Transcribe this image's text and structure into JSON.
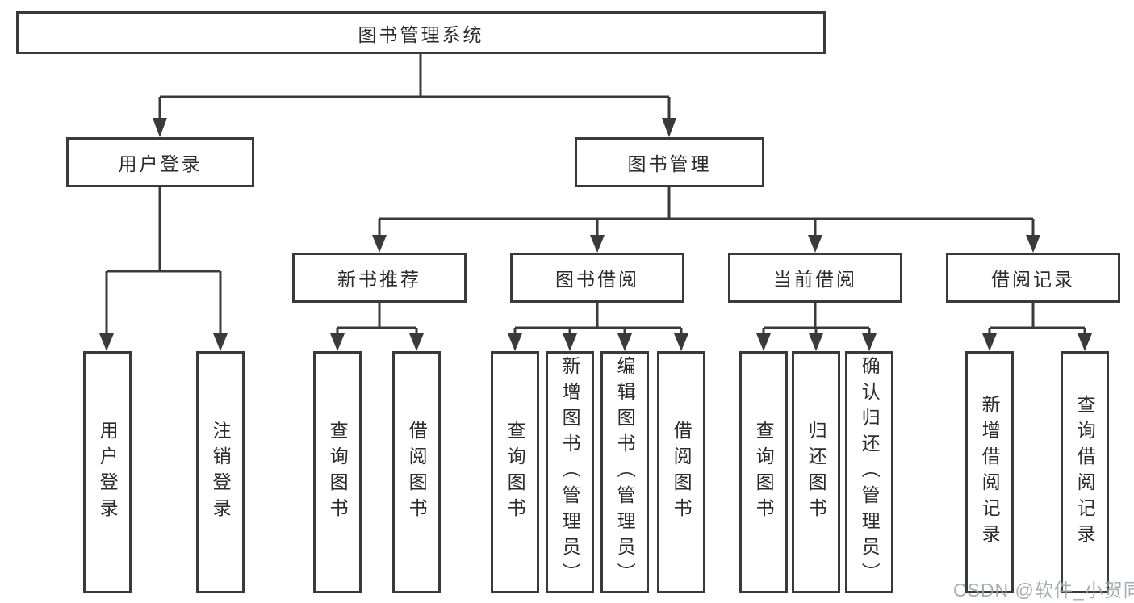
{
  "diagram": {
    "title": "图书管理系统",
    "root": {
      "label": "图书管理系统"
    },
    "level2": [
      {
        "label": "用户登录"
      },
      {
        "label": "图书管理"
      }
    ],
    "level3": [
      {
        "label": "新书推荐"
      },
      {
        "label": "图书借阅"
      },
      {
        "label": "当前借阅"
      },
      {
        "label": "借阅记录"
      }
    ],
    "leaves": {
      "user_login": [
        "用户登录",
        "注销登录"
      ],
      "new_book": [
        "查询图书",
        "借阅图书"
      ],
      "book_borrow": [
        "查询图书",
        "新增图书（管理员）",
        "编辑图书（管理员）",
        "借阅图书"
      ],
      "current_borrow": [
        "查询图书",
        "归还图书",
        "确认归还（管理员）"
      ],
      "borrow_record": [
        "新增借阅记录",
        "查询借阅记录"
      ]
    },
    "colors": {
      "line": "#3a3a3a",
      "text": "#2b2b2b",
      "background": "#ffffff",
      "watermark": "#99a0aa"
    },
    "watermark": "CSDN @软件_小贺同学"
  }
}
